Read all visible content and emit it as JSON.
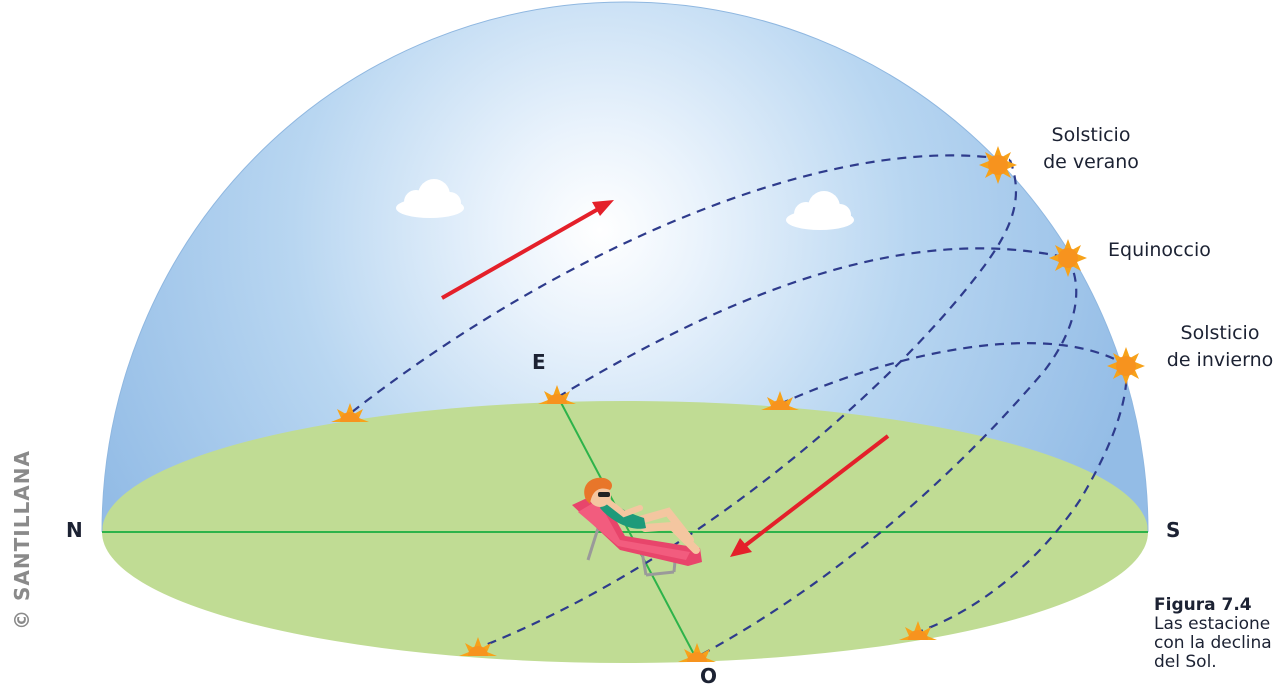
{
  "labels": {
    "summer_solstice": {
      "line1": "Solsticio",
      "line2": "de verano"
    },
    "equinox": "Equinoccio",
    "winter_solstice": {
      "line1": "Solsticio",
      "line2": "de invierno"
    }
  },
  "cardinal": {
    "north": "N",
    "south": "S",
    "east": "E",
    "west": "O"
  },
  "caption": {
    "title": "Figura 7.4",
    "line1": "Las estacione",
    "line2": "con la declina",
    "line3": "del Sol."
  },
  "credit": "© SANTILLANA",
  "colors": {
    "sky": "#9fc6ec",
    "ground": "#c0dc94",
    "ground_line": "#2db34a",
    "path": "#2e3b8c",
    "arrow": "#e4202a",
    "sun": "#f7a21a"
  },
  "icons": [
    "sun-icon",
    "cloud-icon",
    "arrow-icon",
    "sunbather-icon"
  ]
}
